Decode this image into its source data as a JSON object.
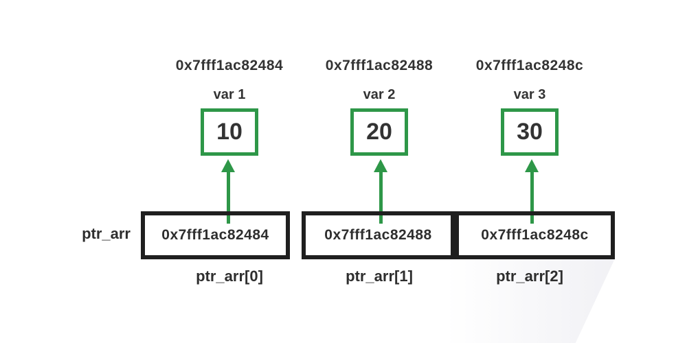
{
  "colors": {
    "accent_green": "#2e9748",
    "text_dark": "#333333",
    "frame_black": "#1f1f1f"
  },
  "variables": [
    {
      "address": "0x7fff1ac82484",
      "name": "var 1",
      "value": "10"
    },
    {
      "address": "0x7fff1ac82488",
      "name": "var 2",
      "value": "20"
    },
    {
      "address": "0x7fff1ac8248c",
      "name": "var 3",
      "value": "30"
    }
  ],
  "pointer_array": {
    "label": "ptr_arr",
    "cells": [
      {
        "address": "0x7fff1ac82484",
        "index_label": "ptr_arr[0]"
      },
      {
        "address": "0x7fff1ac82488",
        "index_label": "ptr_arr[1]"
      },
      {
        "address": "0x7fff1ac8248c",
        "index_label": "ptr_arr[2]"
      }
    ]
  }
}
